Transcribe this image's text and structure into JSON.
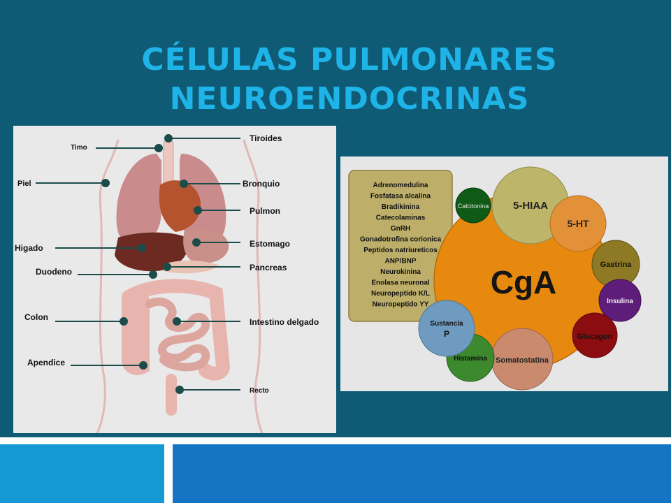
{
  "slide": {
    "title_line1": "CÉLULAS PULMONARES",
    "title_line2": "NEUROENDOCRINAS"
  },
  "anatomy": {
    "labels": {
      "timo": "Timo",
      "tiroides": "Tiroides",
      "piel": "Piel",
      "bronquio": "Bronquio",
      "pulmon": "Pulmon",
      "higado": "Higado",
      "estomago": "Estomago",
      "duodeno": "Duodeno",
      "pancreas": "Pancreas",
      "colon": "Colon",
      "intestino_delgado": "Intestino delgado",
      "apendice": "Apendice",
      "recto": "Recto"
    }
  },
  "cga": {
    "center": "CgA",
    "list": [
      "Adrenomedulina",
      "Fosfatasa alcalina",
      "Bradikinina",
      "Catecolaminas",
      "GnRH",
      "Gonadotrofina corionica",
      "Peptidos natriureticos",
      "ANP/BNP",
      "Neurokinina",
      "Enolasa neuronal",
      "Neuropeptido  K/L",
      "Neuropeptido YY"
    ],
    "bubbles": {
      "calcitonina": "Calcitonina",
      "hiaa": "5-HIAA",
      "ht": "5-HT",
      "gastrina": "Gastrina",
      "insulina": "Insulina",
      "glucagon": "Glucagon",
      "somatostatina": "Somatostatina",
      "histamina": "Histamina",
      "sustancia_1": "Sustancia",
      "sustancia_2": "P"
    },
    "colors": {
      "center": "#e8890f",
      "calcitonina": "#0f5a16",
      "hiaa": "#bdb56a",
      "ht": "#e39138",
      "gastrina": "#8e7a24",
      "insulina": "#5f1d7a",
      "glucagon": "#8c0d10",
      "somatostatina": "#c98a6e",
      "histamina": "#3c8a2d",
      "sustancia": "#6e9bbf",
      "list_box": "#bdae6a"
    }
  }
}
